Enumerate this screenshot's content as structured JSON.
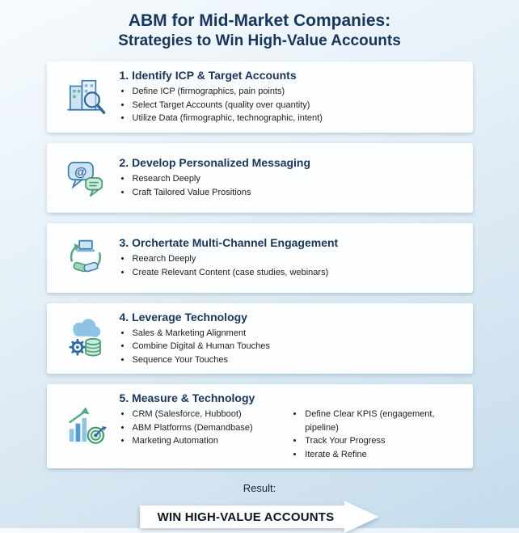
{
  "title": {
    "line1": "ABM for Mid-Market Companies:",
    "line2": "Strategies to Win High-Value Accounts"
  },
  "sections": [
    {
      "icon": "building-search-icon",
      "heading": "1. Identify ICP & Target Accounts",
      "bullets": [
        "Define ICP (firmographics, pain points)",
        "Select Target Accounts (quality over quantity)",
        "Utilize Data (firmographic, technographic, intent)"
      ]
    },
    {
      "icon": "chat-at-icon",
      "heading": "2. Develop Personalized Messaging",
      "bullets": [
        "Research Deeply",
        "Craft Tailored Value Prositions"
      ]
    },
    {
      "icon": "handshake-sync-icon",
      "heading": "3. Orchertate Multi-Channel Engagement",
      "bullets": [
        "Reearch Deeply",
        "Create Relevant Content (case studies, webinars)"
      ]
    },
    {
      "icon": "cloud-gear-database-icon",
      "heading": "4. Leverage Technology",
      "bullets": [
        "Sales & Marketing Alignment",
        "Combine Digital & Human Touches",
        "Sequence Your Touches"
      ]
    },
    {
      "icon": "chart-target-icon",
      "heading": "5. Measure & Technology",
      "bullets_left": [
        "CRM (Salesforce, Hubboot)",
        "ABM Platforms (Demandbase)",
        "Marketing Automation"
      ],
      "bullets_right": [
        "Define Clear KPIS (engagement, pipeline)",
        "Track Your Progress",
        "Iterate & Refine"
      ]
    }
  ],
  "result": {
    "label": "Result:",
    "arrow_text": "WIN HIGH-VALUE ACCOUNTS"
  },
  "colors": {
    "title_navy": "#17365d",
    "accent_blue": "#3a7cb0",
    "accent_green": "#3f9d6e",
    "card_background": "#fdfeff"
  }
}
